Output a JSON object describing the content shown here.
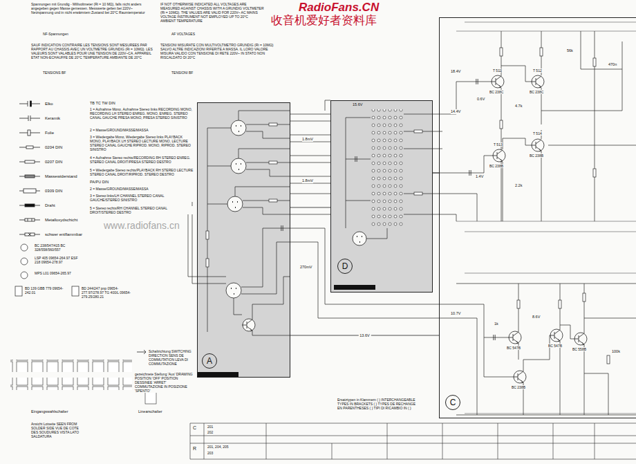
{
  "diagram": {
    "nodes": [
      {
        "text": [
          "A"
        ]
      },
      {
        "text": [
          "D"
        ]
      },
      {
        "text": [
          "C"
        ]
      }
    ],
    "edges": [
      {
        "from": 0,
        "to": 1,
        "arrow": "none"
      },
      {
        "from": 1,
        "to": 2,
        "arrow": "none"
      },
      {
        "from": 0,
        "to": 2,
        "label": "13.6V",
        "arrow": "none"
      }
    ],
    "labels": [
      "RadioFans.CN",
      "收音机爱好者资料库",
      "Spannungen mit Grundig - Millivoltmeter (Ri = 10 MΩ), falls nicht anders angegeben gegen Masse gemessen. Messwerte gelten bei 220V~ Netzspannung und in nicht erwärmtem Zustand bei 20°C Raumtemperatur",
      "NF-Spannungen",
      "IF NOT OTHERWISE INDICATED ALL VOLTAGES ARE MEASURED AGAINST CHASSIS WITH A GRUNDIG VOLTMETER (Ri = 10MΩ). THE VALUES ARE VALID FOR 220V~ AC MAINS VOLTAGE INSTRUMENT NOT EMPLOYED UP TO 20°C AMBIENT TEMPERATURE",
      "AF VOLTAGES",
      "SAUF INDICATION CONTRAIRE LES TENSIONS SONT MESUREES PAR RAPPORT AU CHASSIS AVEC UN VOLTMETRE GRUNDIG (Ri = 10MΩ). LES VALEURS SONT VALABLES POUR UNE TENSION DE 220V~CA. APPAREIL ETAT NON-ECHAUFFE DE 20°C TEMPERATURE AMBIANTE DE 20°C",
      "TENSIONS BF",
      "TENSIONI MISURATE CON MULTIVOLTMETRO GRUNDIG (Ri = 10MΩ) SALVO ALTRE INDICAZIONI RIFERITE A MASSA. IL LORO VALORE MISURA VALIDO CON TENSIONE DI RETE 220V~ IN STATO NON RISCALDATO DI 20°C",
      "TENSIONI BF",
      "TB TC TW DIN",
      "1 = Aufnahme Mono, Aufnahme Stereo links RECORDING MONO, RECORDING LH STEREO ENREG. MONO, ENREG. STEREO CANAL GAUCHE PRESA MONO, PRESA STEREO SINISTRO",
      "2 = Masse/GROUND/MASSE/MASSA",
      "3 = Wiedergabe Mono, Wiedergabe Stereo links PLAYBACK MONO, PLAYBACK LH STEREO LECTURE MONO, LECTURE STEREO CANAL GAUCHE RIPROD. MONO, RIPROD. STEREO SINISTRO",
      "4 = Aufnahme Stereo rechts/RECORDING RH STEREO ENREG. STEREO CANAL DROIT/PRESA STEREO DESTRO",
      "5 = Wiedergabe Stereo rechts/PLAYBACK RH STEREO LECTURE STEREO CANAL DROIT/RIPROD. STEREO DESTRO",
      "PA/PU DIN",
      "2 = Masse/GROUND/MASSE/MASSA",
      "3 = Stereo links/LH CHANNEL STEREO CANAL GAUCHE/STEREO SINISTRO",
      "5 = Stereo rechts/RH CHANNEL STEREO CANAL DROIT/STEREO DESTRO",
      "BC 238/547/415 BC 328/558/560/557",
      "LSP 405 09654-264.97 ESF 218 09654-278.97",
      "MPS L01 09654-265.97",
      "BD 139 GBB 779 09654-242.01",
      "BD 244/247 pnp 09654-277.97/278.97 TG 400/L 09654-279.25/280.21",
      "Schaltrichtung SWITCHING DIRECTION SENS DE COMMUTATION LEVA DI COMMUTAZIONE",
      "gezeichnete Stellung 'Aus' DRAWING POSITION 'OFF' POSITION DESSINEE 'ARRET' COMMUTAZIONE IN POSIZIONE 'SPENTO'",
      "Eingangswahlschalter",
      "Linearschalter",
      "Ansicht Lotseite SEEN FROM SOLDER SIDE VUE DE COTE DES SOUDURES VISTA LATO SALDATURA",
      "Ersatztypen in Klammern ( ) INTERCHANGEABLE TYPES IN BRACKETS ( ) TYPES DE RECHANGE EN PARENTHESES ( ) TIPI DI RICAMBIO IN ( )",
      "C",
      "R",
      "www.radiofans.cn",
      "1.8mV",
      "1.8mV",
      "270mV",
      "15.6V",
      "T 511",
      "BC 238C",
      "T 512",
      "BC 238C",
      "T 513",
      "BC 238B",
      "T 514",
      "BC 238B",
      "18.4V",
      "0.6V",
      "14.4V",
      "1.4V",
      "4.7k",
      "2.2k",
      "56k",
      "470n",
      "BC 547B",
      "BC 547B",
      "BC 558B",
      "BC 238B",
      "10.7V",
      "8.6V",
      "100k",
      "1k",
      "201",
      "202",
      "201, 204, 205",
      "203"
    ],
    "legend": [
      {
        "text": "Elko"
      },
      {
        "text": "Keramik"
      },
      {
        "text": "Folie"
      },
      {
        "text": "0204 DIN"
      },
      {
        "text": "0207 DIN"
      },
      {
        "text": "Massewiderstand"
      },
      {
        "text": "0309 DIN"
      },
      {
        "text": "Draht"
      },
      {
        "text": "Metalloxydschicht"
      },
      {
        "text": "schwer entflammbar"
      }
    ]
  }
}
